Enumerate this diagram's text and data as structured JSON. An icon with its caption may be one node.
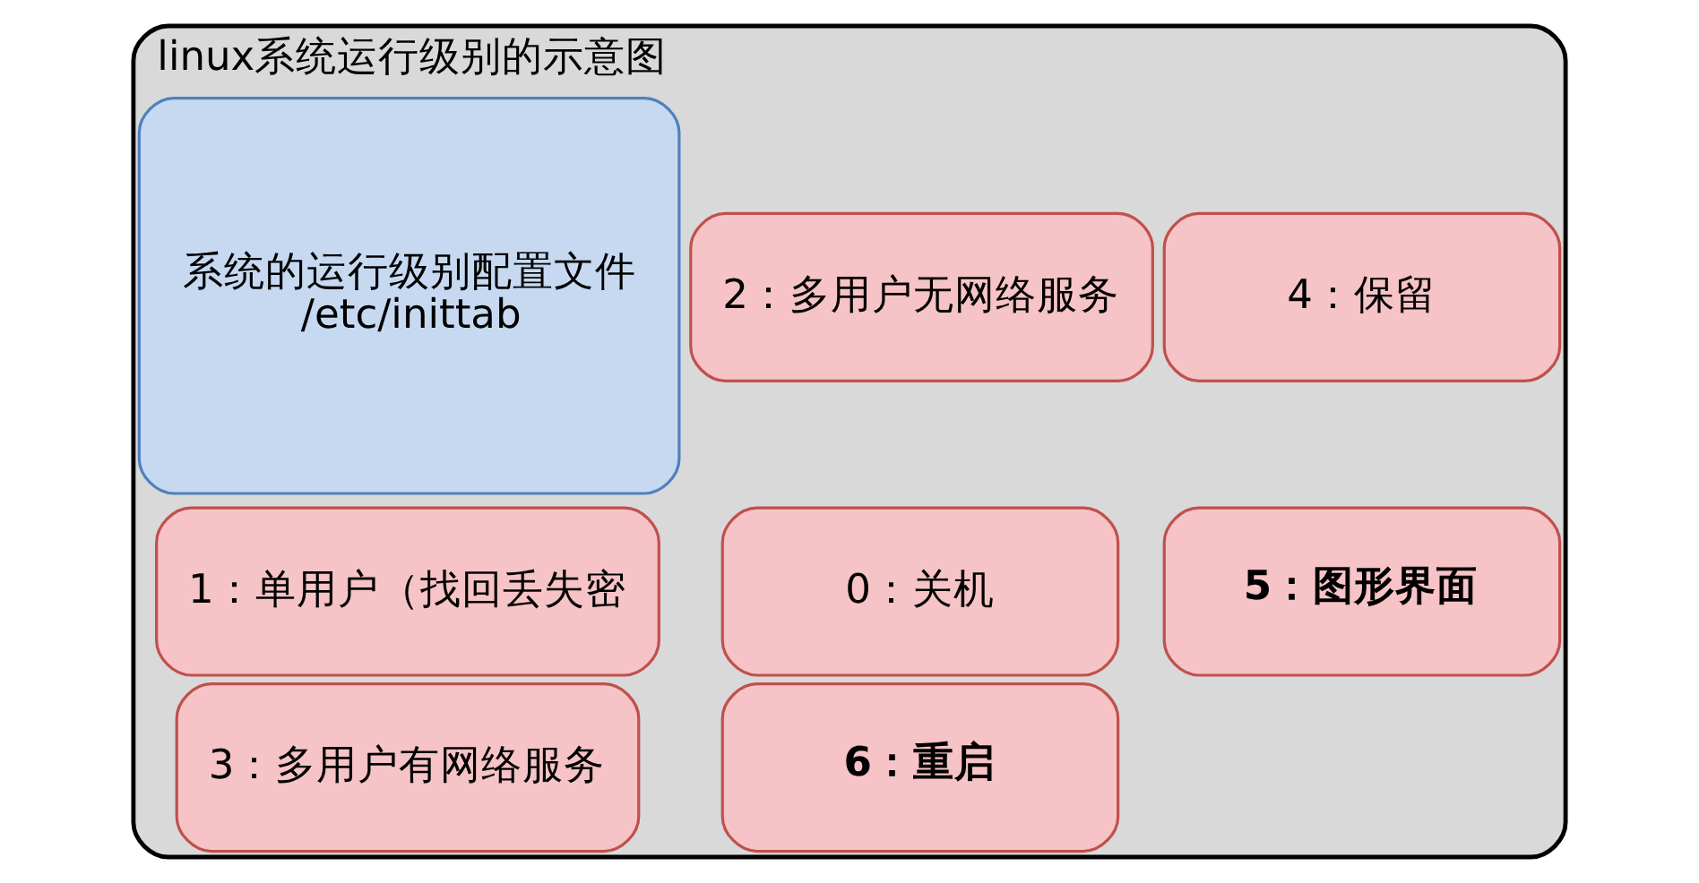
{
  "diagram": {
    "nodes": [
      {
        "text": [
          "linux系统运行级别的示意图"
        ]
      },
      {
        "text": [
          "0：关机"
        ],
        "in": 0
      },
      {
        "text": [
          "1：单用户（找回丢失密"
        ],
        "in": 0
      },
      {
        "text": [
          "2：多用户无网络服务"
        ],
        "in": 0
      },
      {
        "text": [
          "3：多用户有网络服务"
        ],
        "in": 0
      },
      {
        "text": [
          "4：保留"
        ],
        "in": 0
      },
      {
        "text": [
          "5：图形界面"
        ],
        "in": 0
      },
      {
        "text": [
          "6：重启"
        ],
        "in": 0
      },
      {
        "text": [
          "系统的运行级别配置文件",
          "/etc/inittab"
        ],
        "in": 0
      }
    ],
    "edges": []
  }
}
